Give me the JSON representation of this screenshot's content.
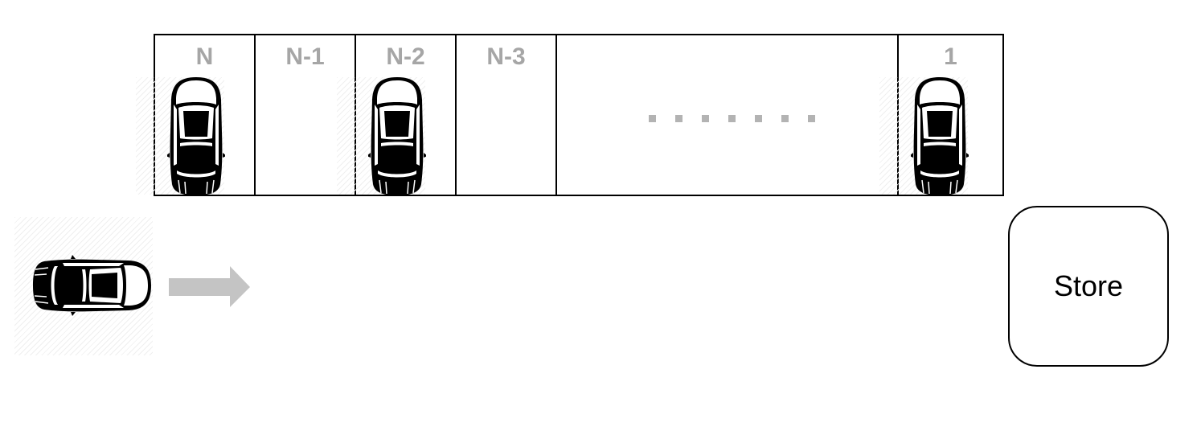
{
  "slots": [
    {
      "label": "N",
      "occupied": true
    },
    {
      "label": "N-1",
      "occupied": false
    },
    {
      "label": "N-2",
      "occupied": true
    },
    {
      "label": "N-3",
      "occupied": false
    },
    {
      "label": "",
      "occupied": false
    },
    {
      "label": "1",
      "occupied": true
    }
  ],
  "store": {
    "label": "Store"
  },
  "colors": {
    "label_gray": "#a6a6a6",
    "arrow_gray": "#c4c4c4",
    "line": "#000000"
  }
}
